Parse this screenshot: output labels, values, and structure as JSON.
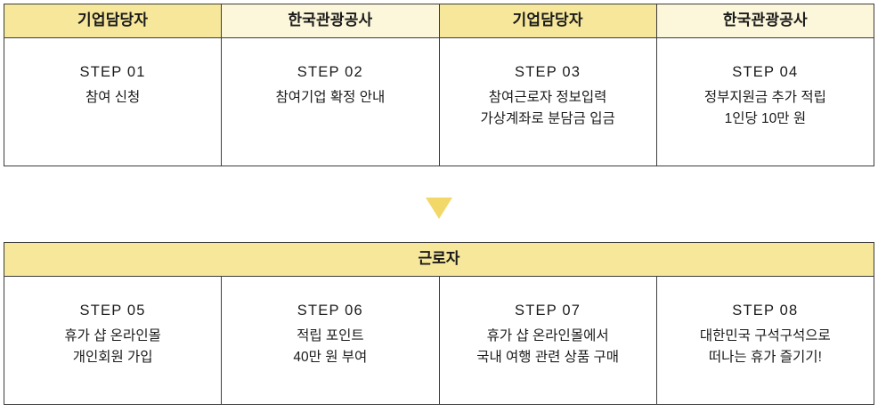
{
  "diagram": {
    "title_hidden": "",
    "arrow_icon": "triangle-down-icon",
    "arrow_color": "#f2d868",
    "header_dark_color": "#f6e79a",
    "header_light_color": "#fcf6da",
    "border_color": "#3d3d3d"
  },
  "top_table": {
    "headers": [
      {
        "label": "기업담당자",
        "tone": "dark"
      },
      {
        "label": "한국관광공사",
        "tone": "light"
      },
      {
        "label": "기업담당자",
        "tone": "dark"
      },
      {
        "label": "한국관광공사",
        "tone": "light"
      }
    ],
    "steps": [
      {
        "step": "STEP 01",
        "lines": [
          "참여 신청"
        ]
      },
      {
        "step": "STEP 02",
        "lines": [
          "참여기업 확정 안내"
        ]
      },
      {
        "step": "STEP 03",
        "lines": [
          "참여근로자 정보입력",
          "가상계좌로 분담금 입금"
        ]
      },
      {
        "step": "STEP 04",
        "lines": [
          "정부지원금 추가 적립",
          "1인당 10만 원"
        ]
      }
    ]
  },
  "bottom_table": {
    "header": "근로자",
    "steps": [
      {
        "step": "STEP 05",
        "lines": [
          "휴가 샵 온라인몰",
          "개인회원 가입"
        ]
      },
      {
        "step": "STEP 06",
        "lines": [
          "적립 포인트",
          "40만 원 부여"
        ]
      },
      {
        "step": "STEP 07",
        "lines": [
          "휴가 샵 온라인몰에서",
          "국내 여행 관련 상품 구매"
        ]
      },
      {
        "step": "STEP 08",
        "lines": [
          "대한민국 구석구석으로",
          "떠나는 휴가 즐기기!"
        ]
      }
    ]
  }
}
